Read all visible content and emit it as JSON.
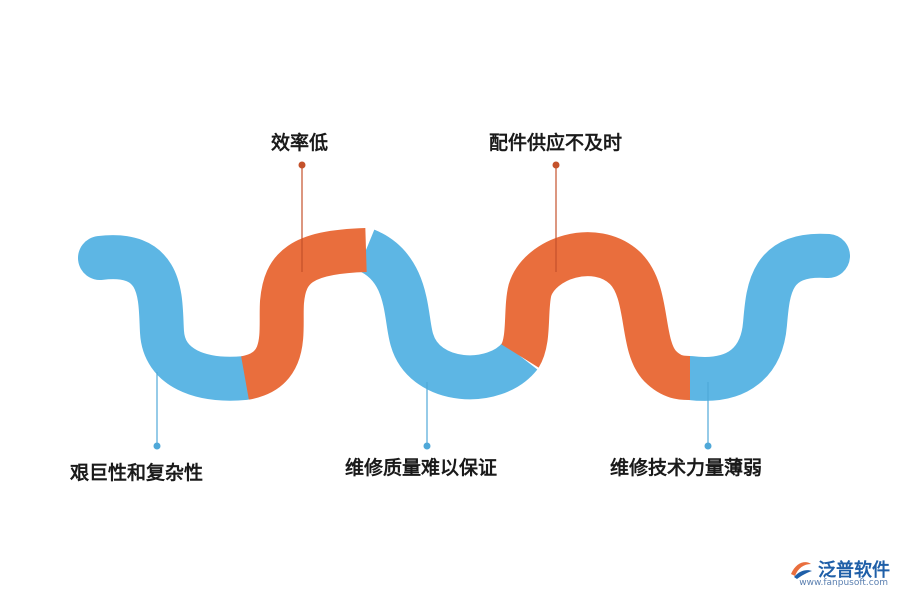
{
  "colors": {
    "blue": "#5db6e4",
    "orange": "#e96e3d",
    "blue_connector": "#4fa8d8",
    "orange_connector": "#c4512a"
  },
  "labels": {
    "top": [
      "效率低",
      "配件供应不及时"
    ],
    "bottom": [
      "艰巨性和复杂性",
      "维修质量难以保证",
      "维修技术力量薄弱"
    ]
  },
  "watermark": {
    "brand": "泛普软件",
    "url": "www.fanpusoft.com",
    "icon": "fanpu-logo-icon"
  }
}
